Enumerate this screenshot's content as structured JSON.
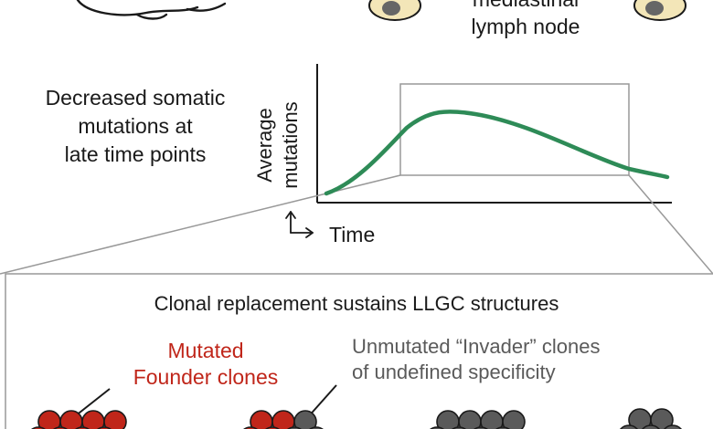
{
  "top": {
    "location_label_partial": "mediastinal",
    "location_label": "lymph node"
  },
  "left_note": {
    "lines": [
      "Decreased somatic",
      "mutations at",
      "late time points"
    ]
  },
  "graph": {
    "ylabel_line1": "Average",
    "ylabel_line2": "mutations",
    "xlabel": "Time",
    "curve_color": "#2e8b57"
  },
  "panel": {
    "title": "Clonal replacement sustains LLGC structures",
    "founder_line1": "Mutated",
    "founder_line2": "Founder clones",
    "founder_color": "#c0261a",
    "invader_line1": "Unmutated “Invader” clones",
    "invader_line2": "of undefined specificity",
    "invader_color": "#5a5a5a"
  }
}
